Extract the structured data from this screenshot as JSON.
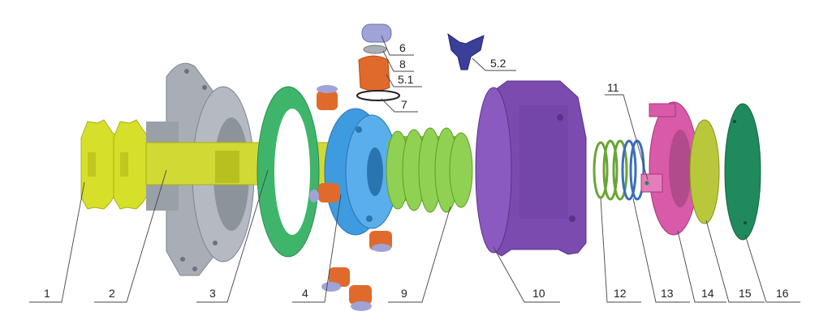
{
  "labels": {
    "l1": "1",
    "l2": "2",
    "l3": "3",
    "l4": "4",
    "l5_1": "5.1",
    "l5_2": "5.2",
    "l6": "6",
    "l7": "7",
    "l8": "8",
    "l9": "9",
    "l10": "10",
    "l11": "11",
    "l12": "12",
    "l13": "13",
    "l14": "14",
    "l15": "15",
    "l16": "16"
  },
  "colors": {
    "sprocket": "#d6df2a",
    "flange": "#a9aeb6",
    "ring_green": "#3fb56c",
    "body_blue": "#3f9be0",
    "piston_orange": "#e06a2c",
    "spring_green": "#7cc443",
    "housing_purple": "#7b4bb0",
    "spring_blue": "#3a6fb8",
    "distributor_pink": "#d95aa8",
    "plate_olive": "#b9c83b",
    "cover_teal": "#1f8a5c",
    "pin_lilac": "#9fa3d8",
    "fork_navy": "#3a3f9a"
  }
}
